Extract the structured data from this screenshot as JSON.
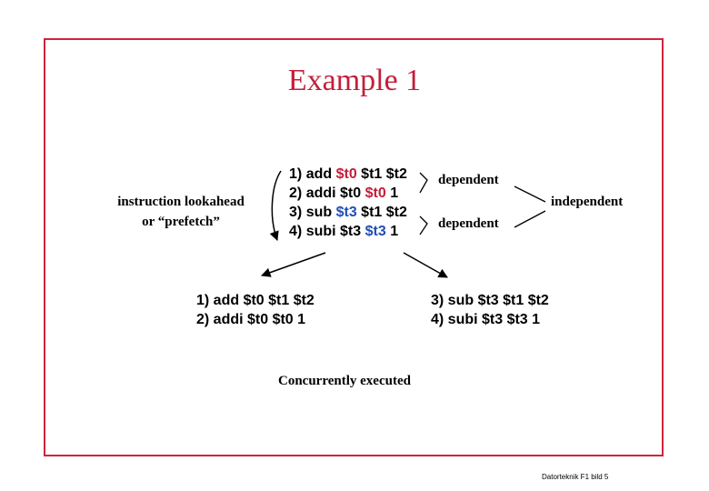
{
  "title": "Example 1",
  "lookahead_line1": "instruction lookahead",
  "lookahead_line2": "or “prefetch”",
  "instructions": [
    {
      "num": "1)",
      "op": "add",
      "args": [
        {
          "text": "$t0",
          "color": "red"
        },
        {
          "text": "$t1",
          "color": ""
        },
        {
          "text": "$t2",
          "color": ""
        }
      ]
    },
    {
      "num": "2)",
      "op": "addi",
      "args": [
        {
          "text": "$t0",
          "color": ""
        },
        {
          "text": "$t0",
          "color": "red"
        },
        {
          "text": "1",
          "color": ""
        }
      ]
    },
    {
      "num": "3)",
      "op": "sub",
      "args": [
        {
          "text": "$t3",
          "color": "blue"
        },
        {
          "text": "$t1",
          "color": ""
        },
        {
          "text": "$t2",
          "color": ""
        }
      ]
    },
    {
      "num": "4)",
      "op": "subi",
      "args": [
        {
          "text": "$t3",
          "color": ""
        },
        {
          "text": "$t3",
          "color": "blue"
        },
        {
          "text": "1",
          "color": ""
        }
      ]
    }
  ],
  "dependent_label_1": "dependent",
  "dependent_label_2": "dependent",
  "independent_label": "independent",
  "left_group": [
    "1) add $t0 $t1 $t2",
    "2) addi $t0 $t0 1"
  ],
  "right_group": [
    "3) sub $t3 $t1 $t2",
    "4) subi $t3 $t3 1"
  ],
  "concurrent_label": "Concurrently executed",
  "footer": "Datorteknik F1 bild 5",
  "colors": {
    "accent_red": "#c41e3a",
    "accent_blue": "#1f4fb5",
    "frame": "#d0243c"
  }
}
